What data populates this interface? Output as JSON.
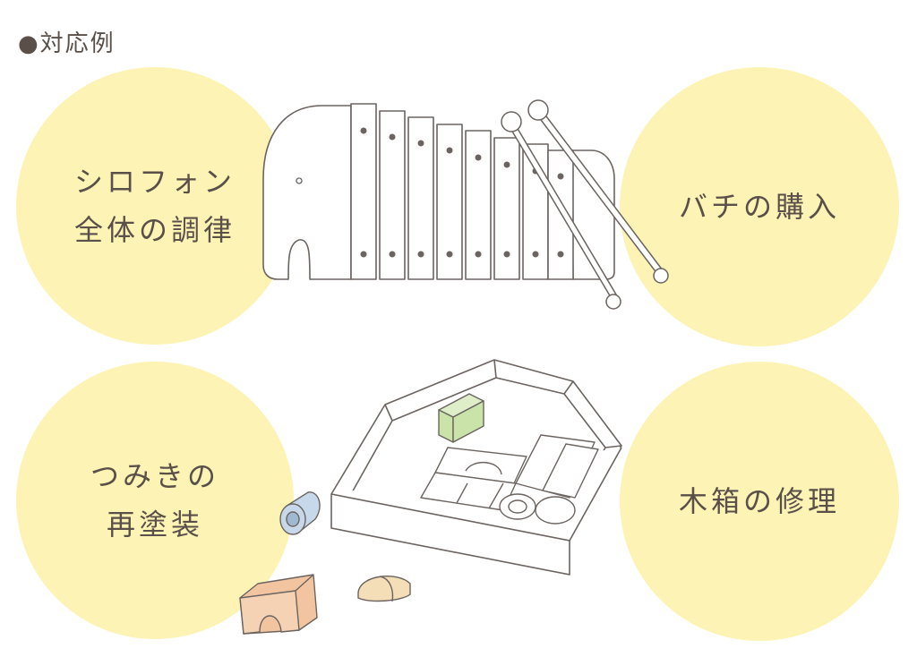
{
  "heading": "●対応例",
  "colors": {
    "circle_fill": "#fcf3b4",
    "text": "#5a4f49",
    "line": "#6b6460",
    "green_block": "#c9e3a8",
    "blue_block": "#c6d8ea",
    "orange_block": "#f2c4a0",
    "tan_block": "#f3deb8"
  },
  "items": [
    {
      "label": "シロフォン\n全体の調律"
    },
    {
      "label": "バチの購入"
    },
    {
      "label": "つみきの\n再塗装"
    },
    {
      "label": "木箱の修理"
    }
  ],
  "illustrations": {
    "xylophone": "elephant-xylophone-illustration",
    "blocks": "wooden-blocks-box-illustration"
  }
}
